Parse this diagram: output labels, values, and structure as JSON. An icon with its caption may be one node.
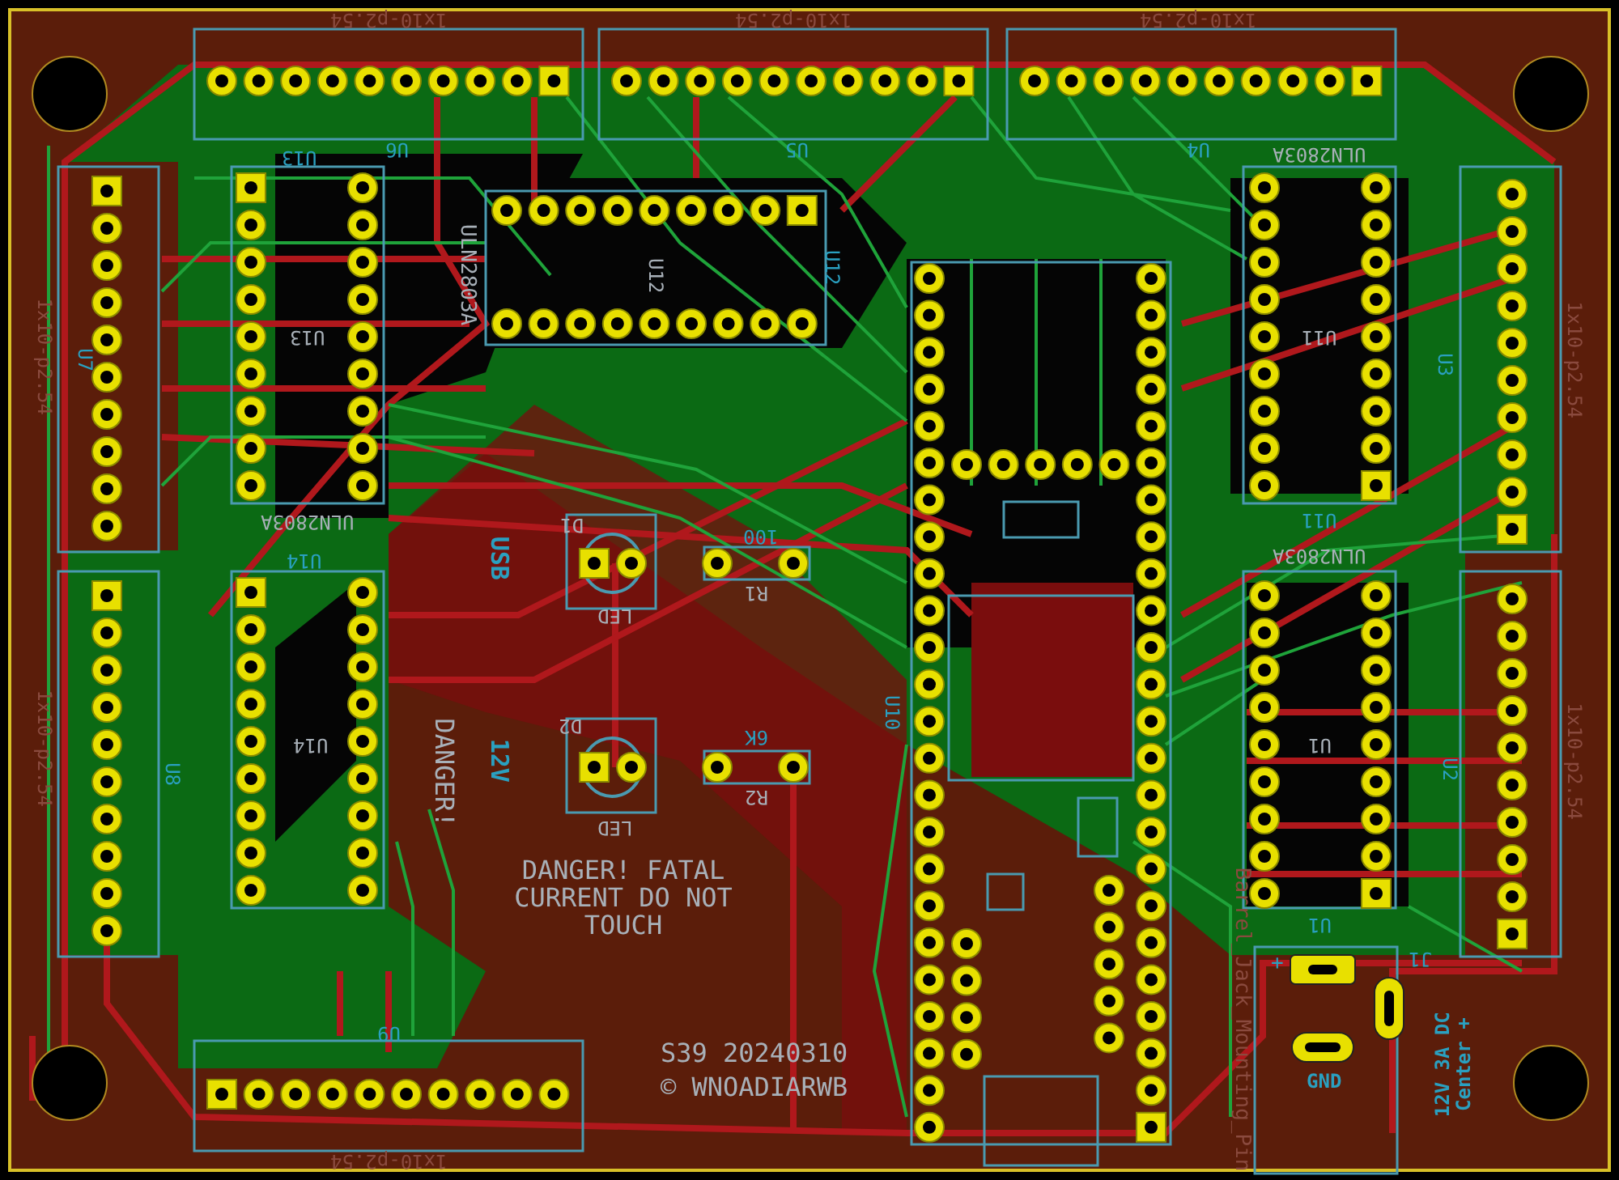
{
  "diagram": {
    "labels": [
      "1x10-p2.54",
      "1x10-p2.54",
      "1x10-p2.54",
      "U6",
      "U5",
      "U4",
      "U13",
      "ULN2803A",
      "U12",
      "U12",
      "U13",
      "ULN2803A",
      "ULN2803A",
      "1x10-p2.54",
      "U7",
      "U11",
      "U11",
      "U3",
      "1x10-p2.54",
      "D1",
      "100",
      "USB",
      "LED",
      "R1",
      "U14",
      "1x10-p2.54",
      "U8",
      "U14",
      "DANGER!",
      "12V",
      "D2",
      "6K",
      "R2",
      "LED",
      "DANGER! FATAL CURRENT DO NOT TOUCH",
      "U10",
      "ULN2803A",
      "U1",
      "U1",
      "U2",
      "1x10-p2.54",
      "J1",
      "Barrel_Jack_Mounting_Pin",
      "+",
      "GND",
      "12V 3A DC Center +",
      "U9",
      "1x10-p2.54",
      "S39 20240310",
      "© WNOADIARWB"
    ]
  }
}
